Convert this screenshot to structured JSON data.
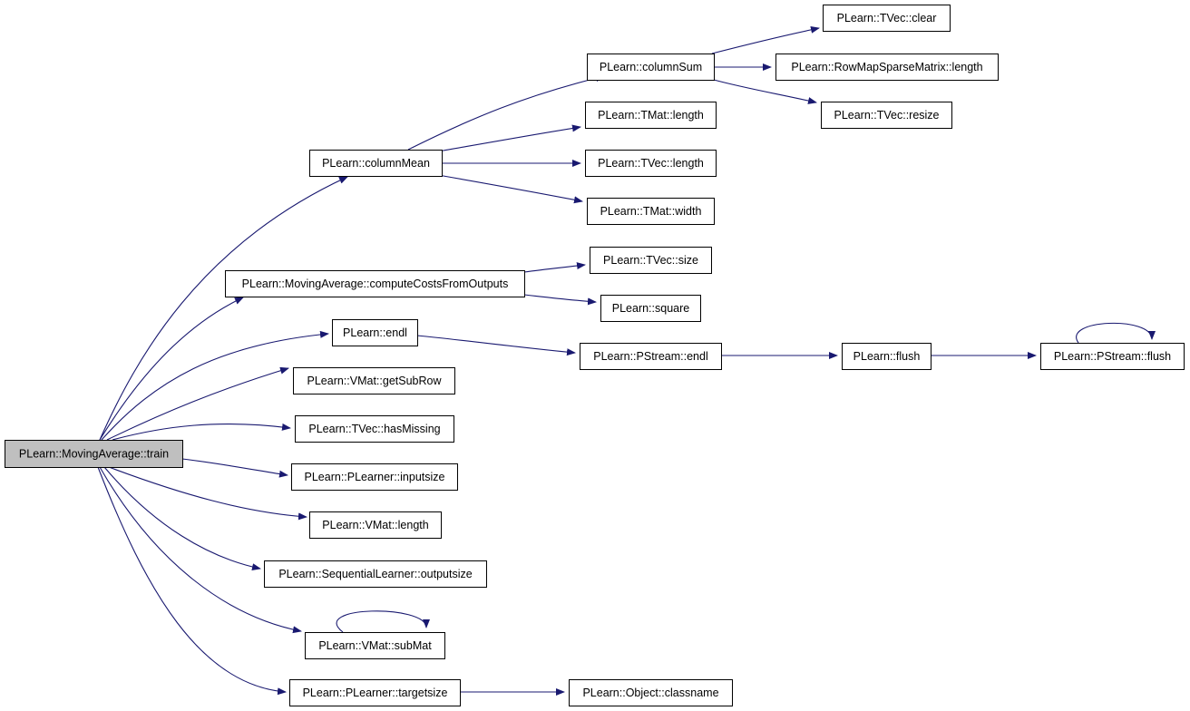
{
  "graph": {
    "edge_color": "#191970",
    "root_fill": "#bfbfbf",
    "nodes": [
      {
        "id": "train",
        "label": "PLearn::MovingAverage::train",
        "root": true
      },
      {
        "id": "columnMean",
        "label": "PLearn::columnMean"
      },
      {
        "id": "columnSum",
        "label": "PLearn::columnSum"
      },
      {
        "id": "tvecClear",
        "label": "PLearn::TVec::clear"
      },
      {
        "id": "rmsmLength",
        "label": "PLearn::RowMapSparseMatrix::length"
      },
      {
        "id": "tvecResize",
        "label": "PLearn::TVec::resize"
      },
      {
        "id": "tmatLength",
        "label": "PLearn::TMat::length"
      },
      {
        "id": "tvecLength",
        "label": "PLearn::TVec::length"
      },
      {
        "id": "tmatWidth",
        "label": "PLearn::TMat::width"
      },
      {
        "id": "computeCosts",
        "label": "PLearn::MovingAverage::computeCostsFromOutputs"
      },
      {
        "id": "tvecSize",
        "label": "PLearn::TVec::size"
      },
      {
        "id": "square",
        "label": "PLearn::square"
      },
      {
        "id": "endl",
        "label": "PLearn::endl"
      },
      {
        "id": "pstreamEndl",
        "label": "PLearn::PStream::endl"
      },
      {
        "id": "flush",
        "label": "PLearn::flush"
      },
      {
        "id": "pstreamFlush",
        "label": "PLearn::PStream::flush"
      },
      {
        "id": "getSubRow",
        "label": "PLearn::VMat::getSubRow"
      },
      {
        "id": "hasMissing",
        "label": "PLearn::TVec::hasMissing"
      },
      {
        "id": "inputsize",
        "label": "PLearn::PLearner::inputsize"
      },
      {
        "id": "vmatLength",
        "label": "PLearn::VMat::length"
      },
      {
        "id": "outputsize",
        "label": "PLearn::SequentialLearner::outputsize"
      },
      {
        "id": "subMat",
        "label": "PLearn::VMat::subMat"
      },
      {
        "id": "targetsize",
        "label": "PLearn::PLearner::targetsize"
      },
      {
        "id": "classname",
        "label": "PLearn::Object::classname"
      }
    ],
    "edges": [
      {
        "from": "train",
        "to": "columnMean"
      },
      {
        "from": "train",
        "to": "computeCosts"
      },
      {
        "from": "train",
        "to": "endl"
      },
      {
        "from": "train",
        "to": "getSubRow"
      },
      {
        "from": "train",
        "to": "hasMissing"
      },
      {
        "from": "train",
        "to": "inputsize"
      },
      {
        "from": "train",
        "to": "vmatLength"
      },
      {
        "from": "train",
        "to": "outputsize"
      },
      {
        "from": "train",
        "to": "subMat"
      },
      {
        "from": "train",
        "to": "targetsize"
      },
      {
        "from": "columnMean",
        "to": "columnSum"
      },
      {
        "from": "columnMean",
        "to": "tmatLength"
      },
      {
        "from": "columnMean",
        "to": "tvecLength"
      },
      {
        "from": "columnMean",
        "to": "tmatWidth"
      },
      {
        "from": "columnSum",
        "to": "tvecClear"
      },
      {
        "from": "columnSum",
        "to": "rmsmLength"
      },
      {
        "from": "columnSum",
        "to": "tvecResize"
      },
      {
        "from": "computeCosts",
        "to": "tvecSize"
      },
      {
        "from": "computeCosts",
        "to": "square"
      },
      {
        "from": "endl",
        "to": "pstreamEndl"
      },
      {
        "from": "pstreamEndl",
        "to": "flush"
      },
      {
        "from": "flush",
        "to": "pstreamFlush"
      },
      {
        "from": "pstreamFlush",
        "to": "pstreamFlush"
      },
      {
        "from": "subMat",
        "to": "subMat"
      },
      {
        "from": "targetsize",
        "to": "classname"
      }
    ]
  }
}
